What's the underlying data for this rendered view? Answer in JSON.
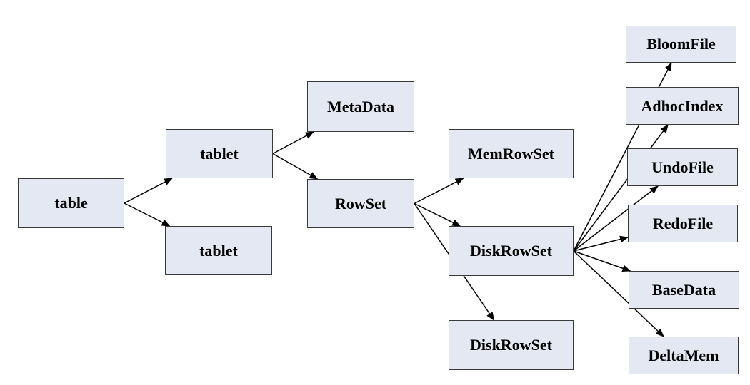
{
  "nodes": {
    "table": "table",
    "tablet_1": "tablet",
    "tablet_2": "tablet",
    "metadata": "MetaData",
    "rowset": "RowSet",
    "memrowset": "MemRowSet",
    "diskrowset_1": "DiskRowSet",
    "diskrowset_2": "DiskRowSet",
    "bloomfile": "BloomFile",
    "adhocindex": "AdhocIndex",
    "undofile": "UndoFile",
    "redofile": "RedoFile",
    "basedata": "BaseData",
    "deltamem": "DeltaMem"
  },
  "edges": [
    [
      "table",
      "tablet_1"
    ],
    [
      "table",
      "tablet_2"
    ],
    [
      "tablet_1",
      "metadata"
    ],
    [
      "tablet_1",
      "rowset"
    ],
    [
      "rowset",
      "memrowset"
    ],
    [
      "rowset",
      "diskrowset_1"
    ],
    [
      "rowset",
      "diskrowset_2"
    ],
    [
      "diskrowset_1",
      "bloomfile"
    ],
    [
      "diskrowset_1",
      "adhocindex"
    ],
    [
      "diskrowset_1",
      "undofile"
    ],
    [
      "diskrowset_1",
      "redofile"
    ],
    [
      "diskrowset_1",
      "basedata"
    ],
    [
      "diskrowset_1",
      "deltamem"
    ]
  ],
  "colors": {
    "node_fill": "#e3e8f3",
    "node_border": "#3a3a3a",
    "arrow": "#000000"
  }
}
